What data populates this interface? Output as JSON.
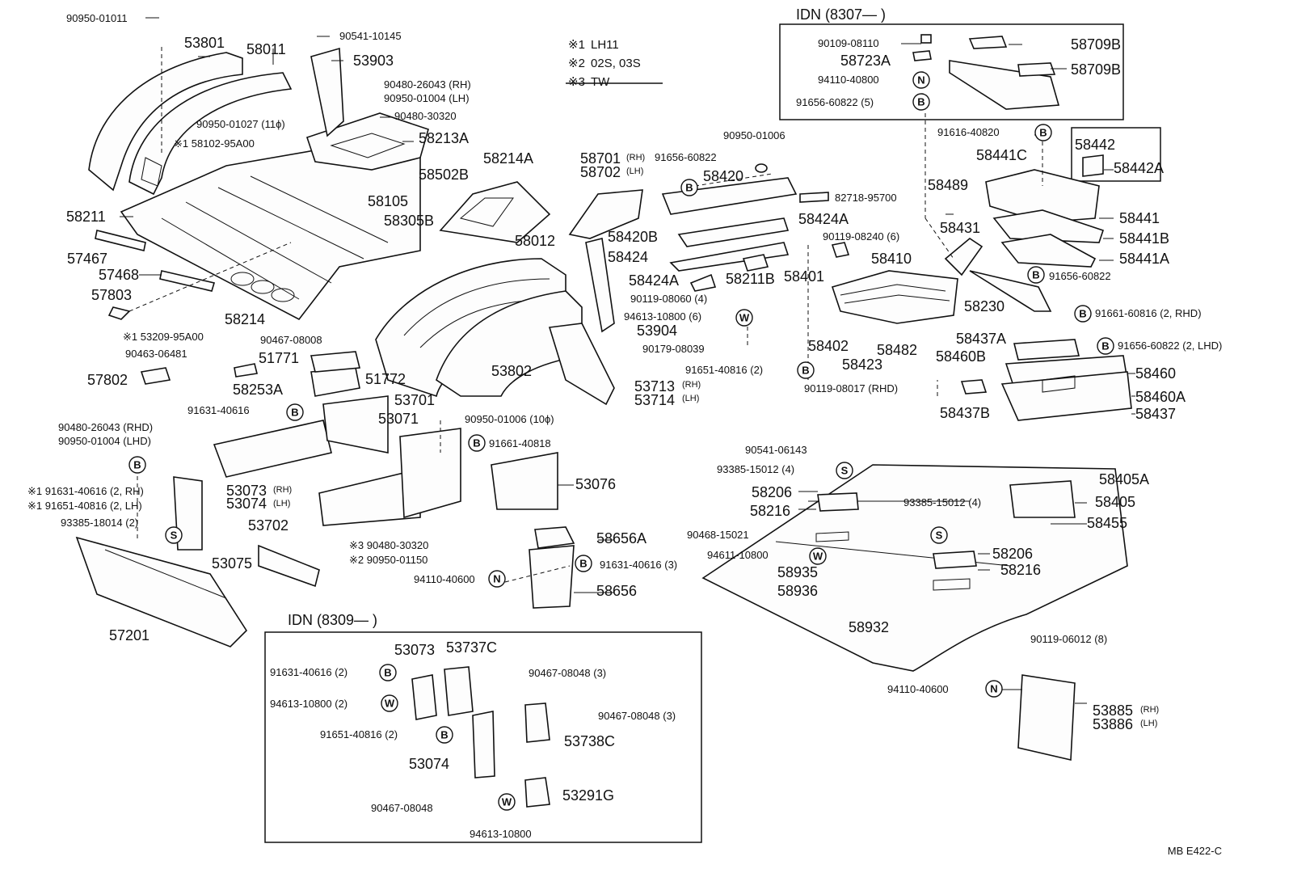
{
  "notes": [
    {
      "mark": "※1",
      "text": "LH11"
    },
    {
      "mark": "※2",
      "text": "02S, 03S"
    },
    {
      "mark": "※3",
      "text": "TW"
    }
  ],
  "insets": [
    {
      "title": "IDN (8307—        )"
    },
    {
      "title": "IDN (8309—        )"
    }
  ],
  "symbols": [
    "B",
    "N",
    "S",
    "W"
  ],
  "labels": [
    "90950-01011",
    "53801",
    "58011",
    "90541-10145",
    "53903",
    "90480-26043 (RH)",
    "90950-01004 (LH)",
    "90480-30320",
    "90950-01027 (11ϕ)",
    "※1 58102-95A00",
    "58213A",
    "58214A",
    "58502B",
    "58105",
    "58305B",
    "58211",
    "57467",
    "57468",
    "57803",
    "58214",
    "※1 53209-95A00",
    "90463-06481",
    "90467-08008",
    "51771",
    "58253A",
    "51772",
    "57802",
    "58012",
    "53802",
    "58701",
    "58702",
    "(RH)",
    "(LH)",
    "91656-60822",
    "58420",
    "90950-01006",
    "82718-95700",
    "58420B",
    "58424",
    "58424A",
    "58424A",
    "58211B",
    "58401",
    "53904",
    "90119-08060 (4)",
    "94613-10800 (6)",
    "90179-08039",
    "58410",
    "90119-08240 (6)",
    "58402",
    "58423",
    "58482",
    "91651-40816 (2)",
    "53713",
    "53714",
    "53701",
    "91631-40616",
    "53071",
    "90950-01006 (10ϕ)",
    "90480-26043 (RHD)",
    "90950-01004 (LHD)",
    "91661-40818",
    "53076",
    "※1 91631-40616 (2, RH)",
    "※1 91651-40816 (2, LH)",
    "53073",
    "53074",
    "93385-18014 (2)",
    "53702",
    "58656A",
    "※3 90480-30320",
    "※2 90950-01150",
    "53075",
    "91631-40616 (3)",
    "94110-40600",
    "58656",
    "57201",
    "90109-08110",
    "58709B",
    "58723A",
    "58709B",
    "94110-40800",
    "91656-60822 (5)",
    "91616-40820",
    "58441C",
    "58442",
    "58442A",
    "58489",
    "58441",
    "58441B",
    "58431",
    "58441A",
    "58230",
    "91656-60822",
    "91661-60816 (2, RHD)",
    "58437A",
    "91656-60822 (2, LHD)",
    "58460B",
    "58460",
    "58460A",
    "90119-08017 (RHD)",
    "58437B",
    "58437",
    "90541-06143",
    "93385-15012 (4)",
    "58206",
    "58216",
    "93385-15012 (4)",
    "58405A",
    "58405",
    "58455",
    "90468-15021",
    "94611-10800",
    "58935",
    "58206",
    "58216",
    "58936",
    "58932",
    "90119-06012 (8)",
    "94110-40600",
    "53885",
    "53886",
    "53073",
    "53737C",
    "91631-40616 (2)",
    "90467-08048 (3)",
    "94613-10800 (2)",
    "90467-08048 (3)",
    "91651-40816 (2)",
    "53738C",
    "53074",
    "53291G",
    "90467-08048",
    "94613-10800"
  ],
  "footer": "MB  E422-C"
}
